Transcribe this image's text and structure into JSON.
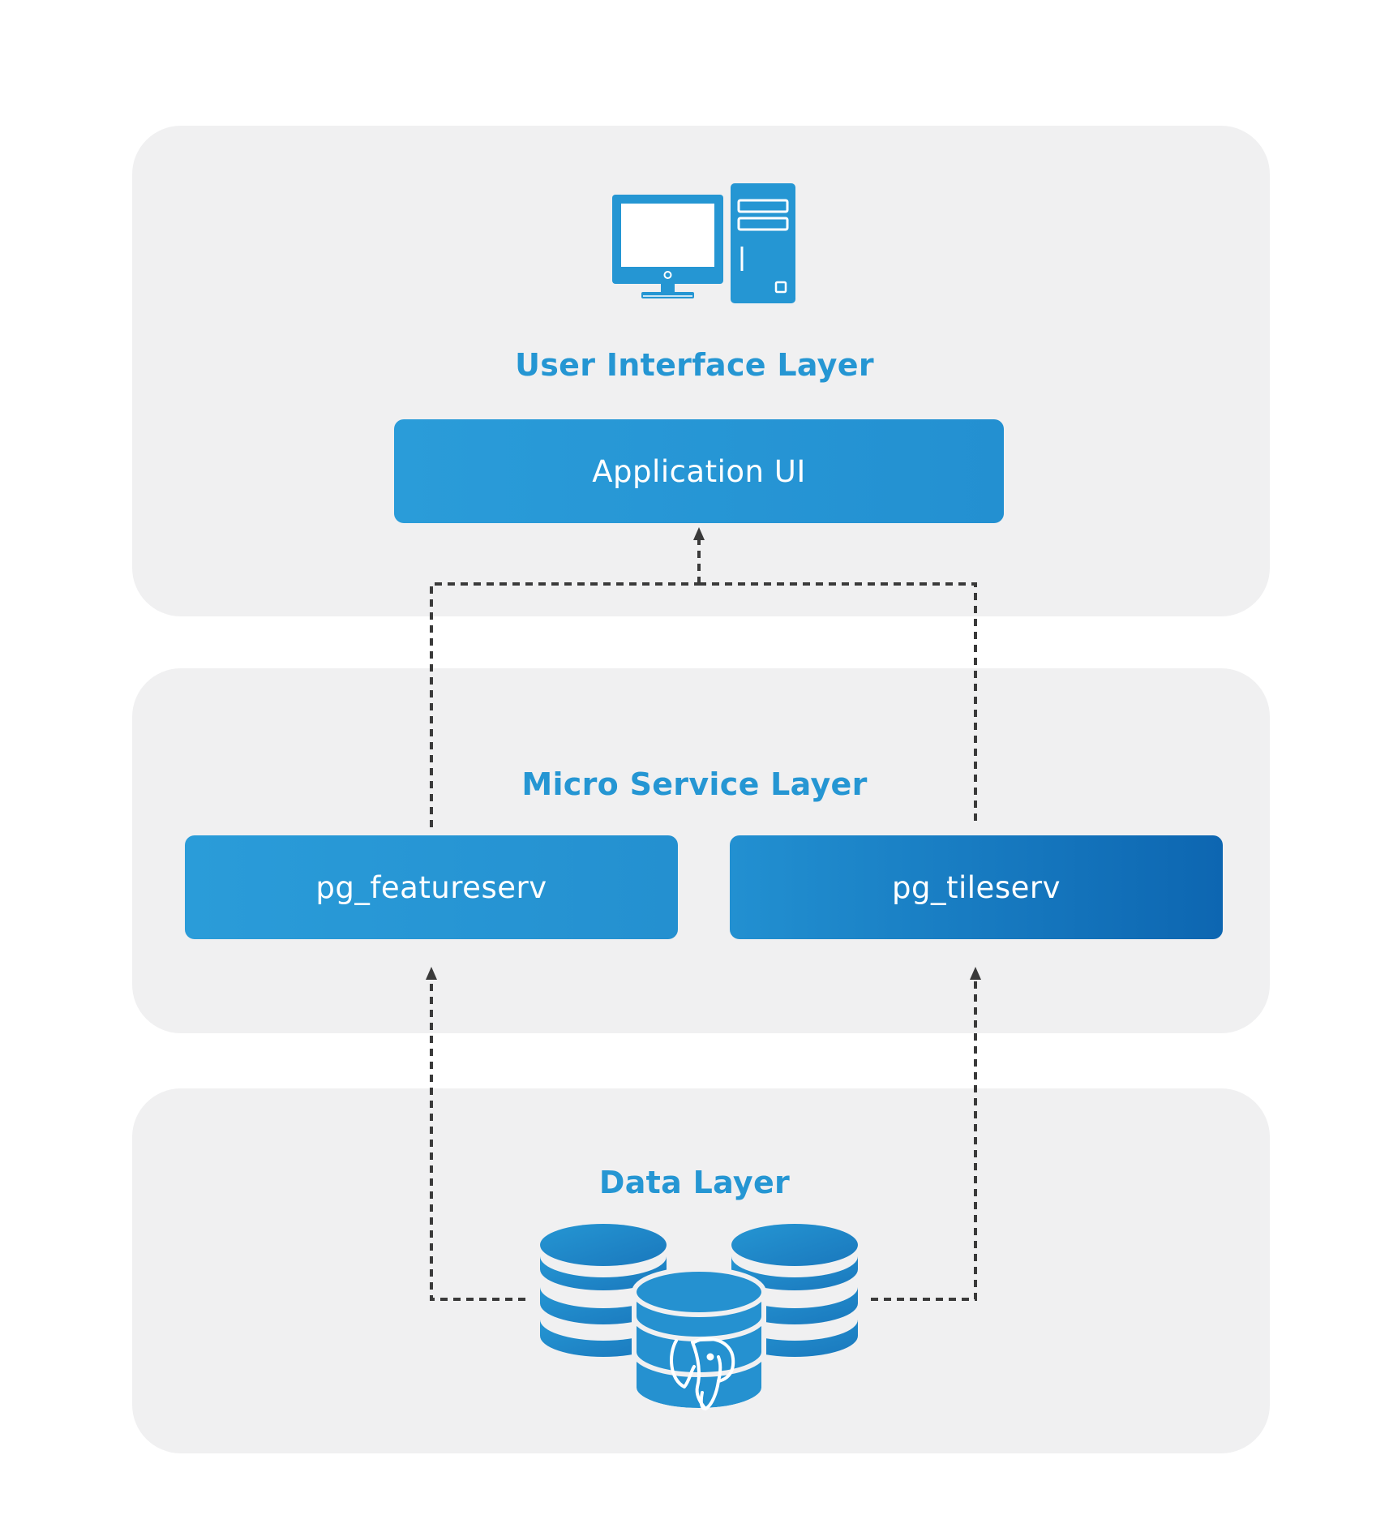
{
  "colors": {
    "layer_bg": "#f0f0f1",
    "accent": "#2596d3",
    "box_light": "#2a9cd9",
    "box_dark": "#0d66b1",
    "arrow": "#3a3a3a"
  },
  "layers": {
    "ui": {
      "title": "User Interface Layer",
      "icon": "desktop-computer-icon",
      "boxes": {
        "app": "Application UI"
      }
    },
    "microservice": {
      "title": "Micro Service Layer",
      "boxes": {
        "feature": "pg_featureserv",
        "tile": "pg_tileserv"
      }
    },
    "data": {
      "title": "Data Layer",
      "icon": "postgresql-database-icon"
    }
  }
}
